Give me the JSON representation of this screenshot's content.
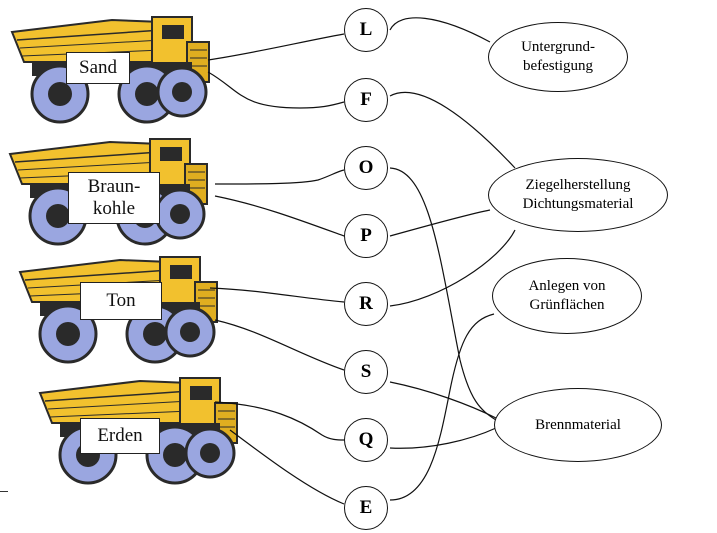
{
  "trucks": [
    {
      "label": "Sand"
    },
    {
      "label": "Braun-\nkohle"
    },
    {
      "label": "Ton"
    },
    {
      "label": "Erden"
    }
  ],
  "letters": [
    "L",
    "F",
    "O",
    "P",
    "R",
    "S",
    "Q",
    "E"
  ],
  "uses": [
    {
      "label": "Untergrund-\nbefestigung"
    },
    {
      "label": "Ziegelherstellung\nDichtungsmaterial"
    },
    {
      "label": "Anlegen von\nGrünflächen"
    },
    {
      "label": "Brennmaterial"
    }
  ],
  "colors": {
    "truck_body": "#f2c12e",
    "truck_dark": "#2a2a2a",
    "tire": "#9aa6e0",
    "line": "#111111"
  }
}
